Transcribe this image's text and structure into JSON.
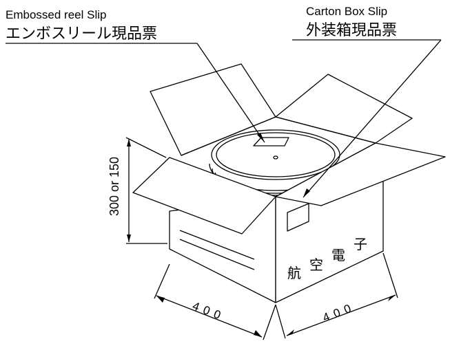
{
  "labels": {
    "embossed_reel_slip_en": "Embossed reel Slip",
    "embossed_reel_slip_jp": "エンボスリール現品票",
    "carton_box_slip_en": "Carton Box Slip",
    "carton_box_slip_jp": "外装箱現品票",
    "height_dimension": "300 or 150",
    "width_left_dimension": "400",
    "width_right_dimension": "400",
    "box_marking": [
      "航",
      "空",
      "電",
      "子"
    ]
  },
  "colors": {
    "line": "#000000",
    "background": "#ffffff"
  }
}
